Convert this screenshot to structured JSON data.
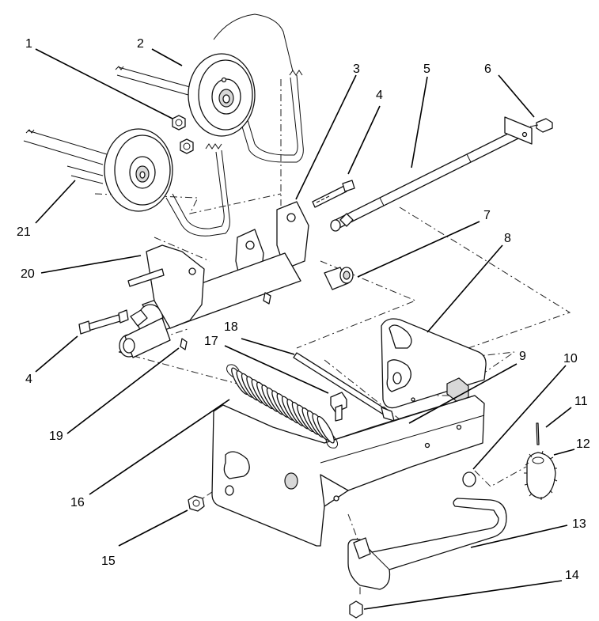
{
  "callouts": [
    {
      "number": "1",
      "part": "nut"
    },
    {
      "number": "2",
      "part": "idler-pulley-upper"
    },
    {
      "number": "3",
      "part": "idler-arm-bracket"
    },
    {
      "number": "4",
      "part": "bolt"
    },
    {
      "number": "5",
      "part": "shaft"
    },
    {
      "number": "6",
      "part": "end-bolt"
    },
    {
      "number": "7",
      "part": "bushing"
    },
    {
      "number": "8",
      "part": "side-plate"
    },
    {
      "number": "9",
      "part": "washer"
    },
    {
      "number": "10",
      "part": "washer"
    },
    {
      "number": "11",
      "part": "pin"
    },
    {
      "number": "12",
      "part": "knob"
    },
    {
      "number": "13",
      "part": "handle-rod"
    },
    {
      "number": "14",
      "part": "nut"
    },
    {
      "number": "15",
      "part": "nut"
    },
    {
      "number": "16",
      "part": "extension-spring"
    },
    {
      "number": "17",
      "part": "bolt"
    },
    {
      "number": "18",
      "part": "link-rod"
    },
    {
      "number": "19",
      "part": "cotter-pin"
    },
    {
      "number": "20",
      "part": "pivot-bracket"
    },
    {
      "number": "21",
      "part": "belt"
    }
  ]
}
